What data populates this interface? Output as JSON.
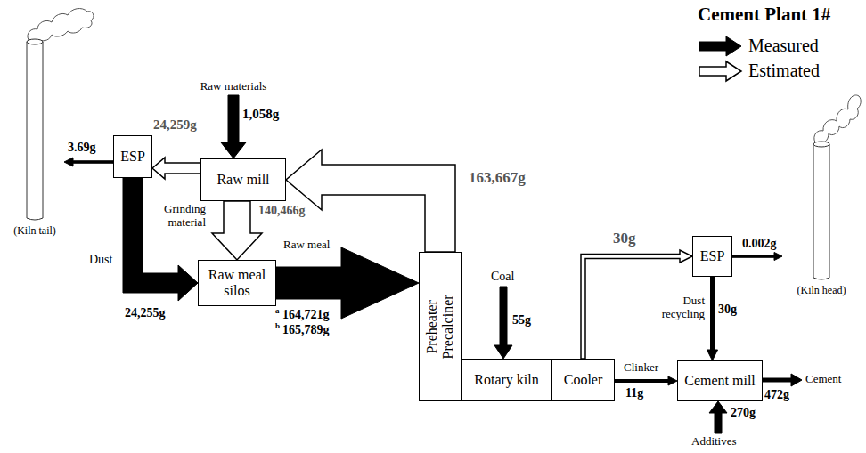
{
  "diagram": {
    "title": "Cement Plant 1#",
    "nodes": [
      {
        "text": [
          "(Kiln tail)"
        ]
      },
      {
        "text": [
          "ESP"
        ]
      },
      {
        "text": [
          "Raw mill"
        ]
      },
      {
        "text": [
          "Raw meal silos"
        ]
      },
      {
        "text": [
          "Preheater Precalciner"
        ]
      },
      {
        "text": [
          "Rotary kiln"
        ]
      },
      {
        "text": [
          "Cooler"
        ]
      },
      {
        "text": [
          "ESP"
        ]
      },
      {
        "text": [
          "(Kiln head)"
        ]
      },
      {
        "text": [
          "Cement mill"
        ]
      }
    ],
    "edges": [
      {
        "from": 2,
        "to": 1,
        "label": "24,259g",
        "arrow": "to"
      },
      {
        "from": 1,
        "to": 0,
        "label": "3.69g",
        "arrow": "to"
      },
      {
        "from": 1,
        "to": 3,
        "label": "24,255g",
        "arrow": "to"
      },
      {
        "from": 2,
        "to": 3,
        "label": "140,466g",
        "arrow": "to"
      },
      {
        "from": 3,
        "to": 4,
        "label": "Raw meal",
        "arrow": "to"
      },
      {
        "from": 4,
        "to": 2,
        "label": "163,667g",
        "arrow": "to"
      },
      {
        "from": 6,
        "to": 7,
        "label": "30g",
        "arrow": "to"
      },
      {
        "from": 7,
        "to": 8,
        "label": "0.002g",
        "arrow": "to"
      },
      {
        "from": 7,
        "to": 9,
        "label": "30g",
        "arrow": "to"
      },
      {
        "from": 6,
        "to": 9,
        "label": "11g",
        "arrow": "to"
      }
    ],
    "labels": [
      "Raw materials",
      "1,058g",
      "Grinding material",
      "Dust",
      "a",
      "164,721g",
      "b",
      "165,789g",
      "Coal",
      "55g",
      "Dust recycling",
      "Clinker",
      "270g",
      "Additives",
      "472g",
      "Cement"
    ],
    "legend": [
      {
        "text": "Measured"
      },
      {
        "text": "Estimated"
      }
    ]
  }
}
